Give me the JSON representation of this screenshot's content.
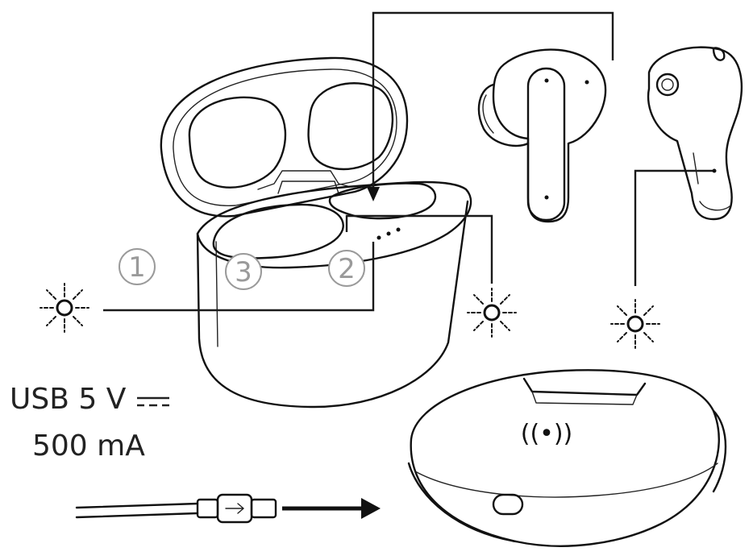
{
  "markers": {
    "one": "1",
    "two": "2",
    "three": "3"
  },
  "usb_spec": {
    "voltage": "USB 5 V",
    "current": "500 mA"
  },
  "charging_pad_symbol": "((•))",
  "colors": {
    "line": "#111111",
    "marker_gray": "#9a9a9a",
    "background": "#ffffff"
  },
  "icons": [
    "led-light-icon",
    "usb-cable-icon",
    "arrow-right-icon",
    "wireless-charging-icon",
    "dc-symbol-icon"
  ]
}
